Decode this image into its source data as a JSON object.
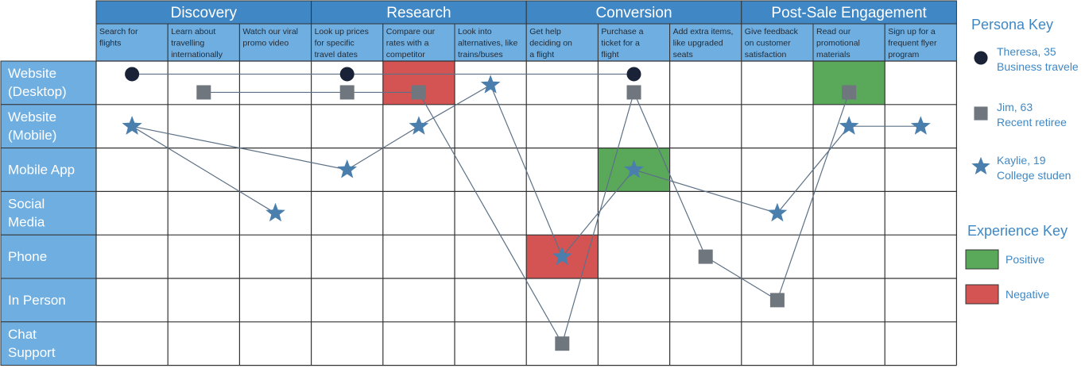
{
  "phases": [
    "Discovery",
    "Research",
    "Conversion",
    "Post-Sale Engagement"
  ],
  "steps": [
    [
      "Search for",
      "flights"
    ],
    [
      "Learn about",
      "travelling",
      "internationally"
    ],
    [
      "Watch our viral",
      "promo video"
    ],
    [
      "Look up prices",
      "for specific",
      "travel dates"
    ],
    [
      "Compare our",
      "rates with a",
      "competitor"
    ],
    [
      "Look into",
      "alternatives, like",
      "trains/buses"
    ],
    [
      "Get help",
      "deciding on",
      "a flight"
    ],
    [
      "Purchase a",
      "ticket for a",
      "flight"
    ],
    [
      "Add extra items,",
      "like upgraded",
      "seats"
    ],
    [
      "Give feedback",
      "on customer",
      "satisfaction"
    ],
    [
      "Read our",
      "promotional",
      "materials"
    ],
    [
      "Sign up for a",
      "frequent flyer",
      "program"
    ]
  ],
  "channels": [
    [
      "Website",
      "(Desktop)"
    ],
    [
      "Website",
      "(Mobile)"
    ],
    [
      "Mobile App"
    ],
    [
      "Social",
      "Media"
    ],
    [
      "Phone"
    ],
    [
      "In Person"
    ],
    [
      "Chat",
      "Support"
    ]
  ],
  "persona_key": {
    "title": "Persona Key",
    "personas": [
      {
        "id": "theresa",
        "marker": "circle",
        "name": "Theresa, 35",
        "desc": "Business travele"
      },
      {
        "id": "jim",
        "marker": "square",
        "name": "Jim, 63",
        "desc": "Recent retiree"
      },
      {
        "id": "kaylie",
        "marker": "star",
        "name": "Kaylie, 19",
        "desc": "College studen"
      }
    ]
  },
  "experience_key": {
    "title": "Experience Key",
    "items": [
      {
        "label": "Positive",
        "color": "#5aa85a"
      },
      {
        "label": "Negative",
        "color": "#d45353"
      }
    ]
  },
  "colors": {
    "header": "#3f88c5",
    "channel": "#6faee0",
    "grid": "#333333",
    "theresa": "#1a2238",
    "jim": "#6f767d",
    "kaylie": "#4a7fad",
    "line": "#5d7186"
  },
  "highlights": [
    {
      "step": 4,
      "channel": 0,
      "experience": "Negative"
    },
    {
      "step": 10,
      "channel": 0,
      "experience": "Positive"
    },
    {
      "step": 7,
      "channel": 2,
      "experience": "Positive"
    },
    {
      "step": 6,
      "channel": 4,
      "experience": "Negative"
    }
  ],
  "journeys": {
    "theresa": [
      [
        0,
        0
      ],
      [
        3,
        0
      ],
      [
        7,
        0
      ]
    ],
    "jim": [
      [
        1,
        0
      ],
      [
        3,
        0
      ],
      [
        4,
        0
      ],
      [
        6,
        6
      ],
      [
        7,
        0
      ],
      [
        8,
        4
      ],
      [
        9,
        5
      ],
      [
        10,
        0
      ]
    ],
    "kaylie": [
      [
        0,
        1
      ],
      [
        2,
        3
      ],
      [
        0,
        1
      ],
      [
        3,
        2
      ],
      [
        4,
        1
      ],
      [
        5,
        0
      ],
      [
        6,
        4
      ],
      [
        7,
        2
      ],
      [
        9,
        3
      ],
      [
        10,
        1
      ],
      [
        11,
        1
      ]
    ]
  }
}
